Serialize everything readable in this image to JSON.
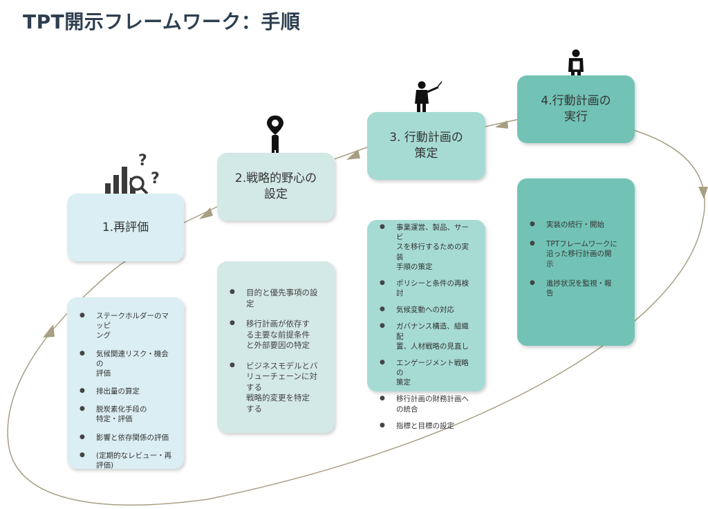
{
  "page_title": "TPT開示フレームワーク：手順",
  "steps": [
    {
      "label": "1.再評価"
    },
    {
      "label": "2.戦略的野心の\n設定"
    },
    {
      "label": "3. 行動計画の\n策定"
    },
    {
      "label": "4.行動計画の\n実行"
    }
  ],
  "step1_items": [
    "ステークホルダーのマッピ\nング",
    "気候関連リスク・機会の\n評価",
    "排出量の算定",
    "脱炭素化手段の\n特定・評価",
    "影響と依存関係の評価",
    "(定期的なレビュー・再\n評価)"
  ],
  "step2_items": [
    "目的と優先事項の設\n定",
    "移行計画が依存す\nる主要な前提条件\nと外部要因の特定",
    "ビジネスモデルとバ\nリューチェーンに対する\n戦略的変更を特定\nする"
  ],
  "step3_items": [
    "事業運営、製品、サービ\nスを移行するための実装\n手順の策定",
    "ポリシーと条件の再検討",
    "気候変動への対応",
    "ガバナンス構造、組織配\n置、人材戦略の見直し",
    "エンゲージメント戦略の\n策定",
    "移行計画の財務計画へ\nの統合",
    "指標と目標の設定"
  ],
  "step4_items": [
    "実装の続行・開始",
    "TPTフレームワークに\n沿った移行計画の開\n示",
    "進捗状況を監視・報\n告"
  ],
  "colors": {
    "title": "#2e3f50",
    "step1": "#daeef3",
    "step2": "#d3e9e6",
    "step3": "#a6dbd4",
    "step4": "#72c3b5",
    "connector": "#a79e83"
  },
  "icons": {
    "step1": "chart-magnifier-question-icon",
    "step2": "person-location-pin-icon",
    "step3": "person-presenting-icon",
    "step4": "person-holding-document-icon"
  }
}
